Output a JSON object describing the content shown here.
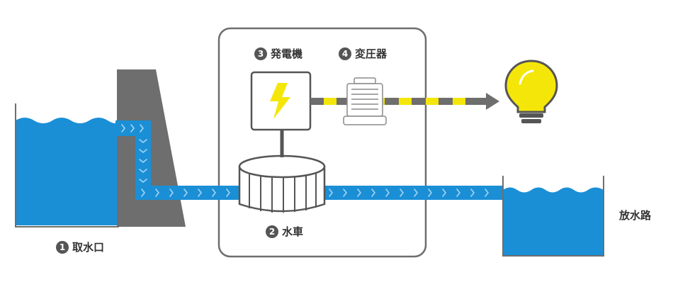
{
  "colors": {
    "water": "#1a8fd6",
    "dam": "#6e6e6e",
    "pipe": "#1a8fd6",
    "chevron": "#a9d4f0",
    "box_border": "#555555",
    "bolt": "#f5e60a",
    "cable_gray": "#6e6e6e",
    "cable_yellow": "#f5e60a",
    "bulb": "#f5e60a"
  },
  "labels": {
    "intake": {
      "num": "1",
      "text": "取水口"
    },
    "turbine": {
      "num": "2",
      "text": "水車"
    },
    "generator": {
      "num": "3",
      "text": "発電機"
    },
    "transformer": {
      "num": "4",
      "text": "変圧器"
    },
    "outlet": {
      "text": "放水路"
    }
  },
  "icons": {
    "generator": "lightning-bolt-icon",
    "transformer": "transformer-icon",
    "bulb": "light-bulb-icon",
    "arrow": "arrow-right-icon"
  }
}
